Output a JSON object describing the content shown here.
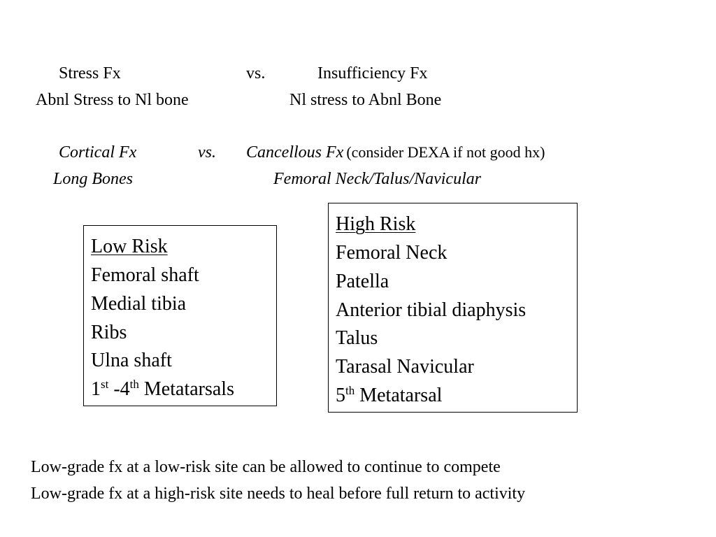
{
  "comparison_1": {
    "left_title": "Stress Fx",
    "vs": "vs.",
    "right_title": "Insufficiency Fx",
    "left_desc": "Abnl Stress to Nl bone",
    "right_desc": "Nl stress to Abnl Bone"
  },
  "comparison_2": {
    "left_title": "Cortical Fx",
    "vs": "vs.",
    "right_title": "Cancellous Fx",
    "right_note": "(consider DEXA if not good hx)",
    "left_desc": "Long Bones",
    "right_desc": "Femoral Neck/Talus/Navicular"
  },
  "low_risk": {
    "heading": "Low Risk",
    "items": [
      "Femoral shaft",
      "Medial tibia",
      "Ribs",
      "Ulna shaft"
    ],
    "last_item": {
      "num1": "1",
      "sup1": "st",
      "num2": " -4",
      "sup2": "th",
      "rest": " Metatarsals"
    }
  },
  "high_risk": {
    "heading": "High Risk",
    "items": [
      "Femoral Neck",
      "Patella",
      "Anterior tibial diaphysis",
      "Talus",
      "Tarasal Navicular"
    ],
    "last_item": {
      "num": "5",
      "sup": "th",
      "rest": " Metatarsal"
    }
  },
  "footer": {
    "line1": "Low-grade fx at a low-risk site can be allowed to continue to compete",
    "line2": "Low-grade fx at a high-risk site needs to heal before full return to activity"
  }
}
